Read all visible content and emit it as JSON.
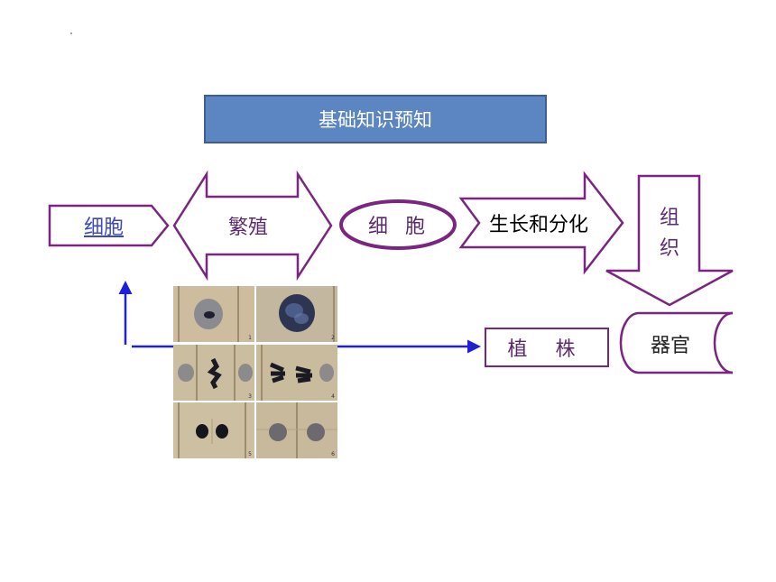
{
  "title": "基础知识预知",
  "nodes": {
    "cell_link": "细胞",
    "reproduction": "繁殖",
    "cell": "细 胞",
    "growth_differentiation": "生长和分化",
    "tissue_chars": [
      "组",
      "织"
    ],
    "organ": "器官",
    "plant": "植 株"
  },
  "mitosis_panel_numbers": [
    "1",
    "2",
    "3",
    "4",
    "5",
    "6"
  ],
  "colors": {
    "title_fill": "#5b86c1",
    "shape_stroke": "#7a2680",
    "arrow_blue": "#1f1fd6",
    "link_text": "#3b49c2"
  }
}
